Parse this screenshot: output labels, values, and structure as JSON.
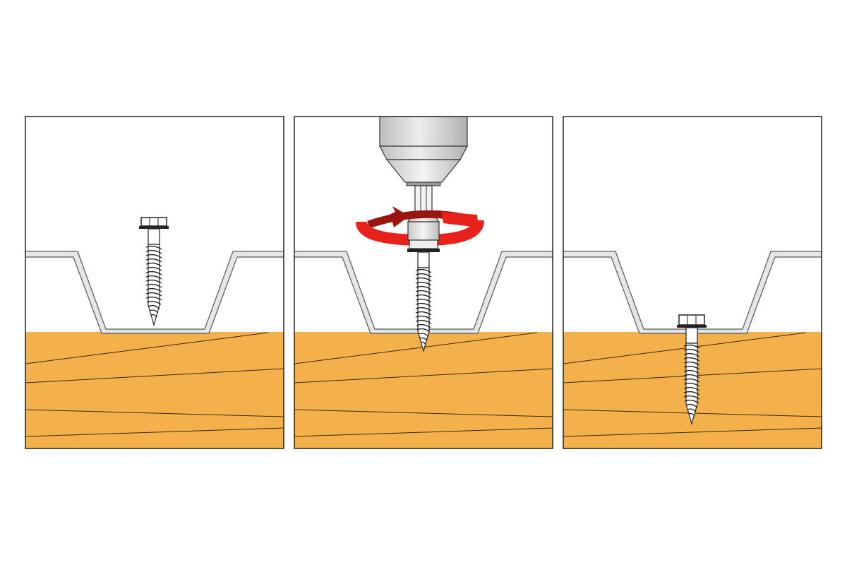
{
  "figure": {
    "steps": [
      {
        "id": "step-1",
        "state": "screw-positioned"
      },
      {
        "id": "step-2",
        "state": "driving",
        "rotation_direction": "clockwise"
      },
      {
        "id": "step-3",
        "state": "fastened"
      }
    ],
    "colors": {
      "background": "#ffffff",
      "frame": "#222222",
      "wood": "#f4b04b",
      "wood_grain": "#3a2a10",
      "metal_sheet": "#e6e6e6",
      "screw": "#ffffff",
      "drill_body": "#d9d9d9",
      "rotation_arrow": "#e8221b",
      "rotation_arrow_dark": "#9a1410"
    },
    "icons": [
      "hex-head-screw-icon",
      "drill-icon",
      "rotation-arrow-icon"
    ]
  }
}
